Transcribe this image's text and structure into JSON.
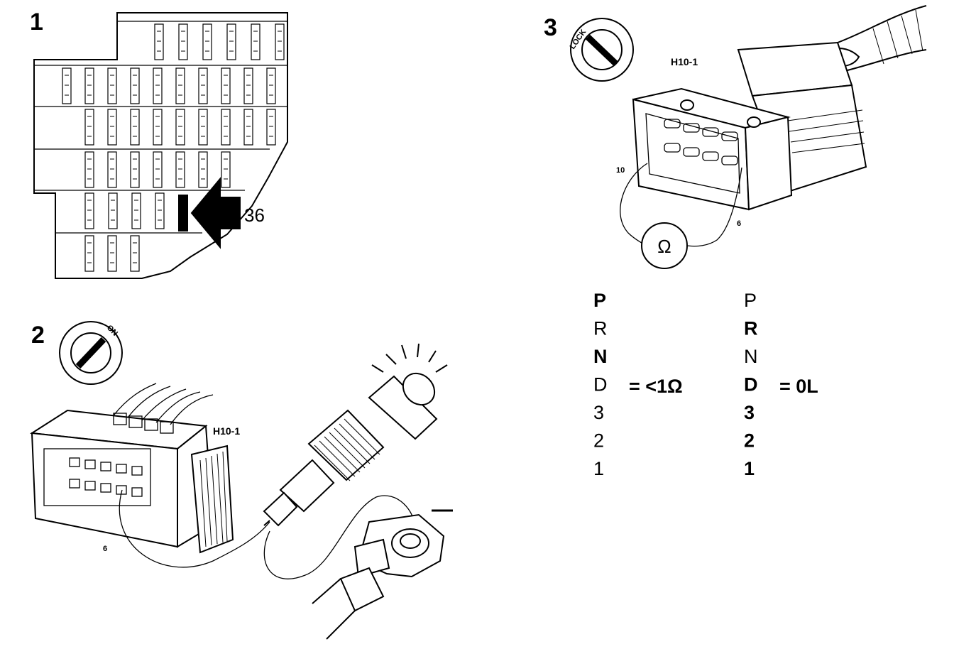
{
  "steps": [
    {
      "number": "1",
      "label": "36"
    },
    {
      "number": "2",
      "switch_text": "ON",
      "connector": "H10-1",
      "pin": "6"
    },
    {
      "number": "3",
      "switch_text": "LOCK",
      "connector": "H10-1",
      "pin_a": "10",
      "pin_b": "6",
      "meter": "Ω"
    }
  ],
  "table_left": {
    "gears": [
      "P",
      "R",
      "N",
      "D",
      "3",
      "2",
      "1"
    ],
    "bold": [
      true,
      false,
      true,
      false,
      false,
      false,
      false
    ],
    "result": "= <1Ω"
  },
  "table_right": {
    "gears": [
      "P",
      "R",
      "N",
      "D",
      "3",
      "2",
      "1"
    ],
    "bold": [
      false,
      true,
      false,
      true,
      true,
      true,
      true
    ],
    "result": "= 0L"
  },
  "minus_sign": "—",
  "colors": {
    "ink": "#000000",
    "paper": "#ffffff"
  }
}
